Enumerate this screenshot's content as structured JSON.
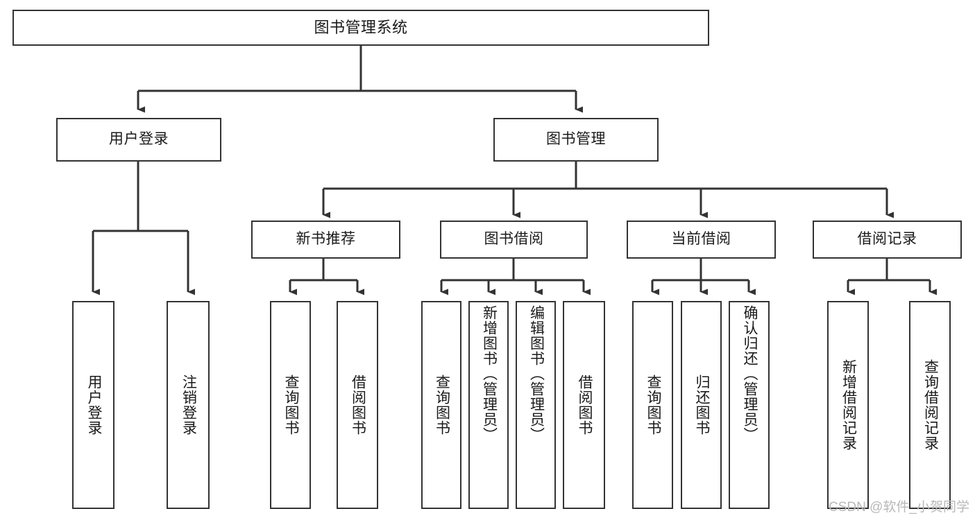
{
  "diagram": {
    "title": "图书管理系统",
    "type": "tree-hierarchy",
    "watermark": "CSDN @软件_小贺同学",
    "colors": {
      "stroke": "#333333",
      "fill": "#ffffff",
      "text": "#1a1a1a",
      "watermark": "#b8b8b8"
    },
    "nodes": {
      "root": {
        "label": "图书管理系统"
      },
      "level2": [
        {
          "id": "user-login",
          "label": "用户登录"
        },
        {
          "id": "book-manage",
          "label": "图书管理"
        }
      ],
      "level3": [
        {
          "id": "new-book-rec",
          "label": "新书推荐"
        },
        {
          "id": "book-borrow",
          "label": "图书借阅"
        },
        {
          "id": "current-borrow",
          "label": "当前借阅"
        },
        {
          "id": "borrow-record",
          "label": "借阅记录"
        }
      ],
      "leaves": [
        {
          "id": "leaf-user-login",
          "label": "用户登录",
          "parent": "user-login"
        },
        {
          "id": "leaf-logout",
          "label": "注销登录",
          "parent": "user-login"
        },
        {
          "id": "leaf-query-book-1",
          "label": "查询图书",
          "parent": "new-book-rec"
        },
        {
          "id": "leaf-borrow-book-1",
          "label": "借阅图书",
          "parent": "new-book-rec"
        },
        {
          "id": "leaf-query-book-2",
          "label": "查询图书",
          "parent": "book-borrow"
        },
        {
          "id": "leaf-add-book",
          "label": "新增图书（管理员）",
          "parent": "book-borrow"
        },
        {
          "id": "leaf-edit-book",
          "label": "编辑图书（管理员）",
          "parent": "book-borrow"
        },
        {
          "id": "leaf-borrow-book-2",
          "label": "借阅图书",
          "parent": "book-borrow"
        },
        {
          "id": "leaf-query-book-3",
          "label": "查询图书",
          "parent": "current-borrow"
        },
        {
          "id": "leaf-return-book",
          "label": "归还图书",
          "parent": "current-borrow"
        },
        {
          "id": "leaf-confirm-return",
          "label": "确认归还（管理员）",
          "parent": "current-borrow"
        },
        {
          "id": "leaf-add-record",
          "label": "新增借阅记录",
          "parent": "borrow-record"
        },
        {
          "id": "leaf-query-record",
          "label": "查询借阅记录",
          "parent": "borrow-record"
        }
      ]
    }
  }
}
